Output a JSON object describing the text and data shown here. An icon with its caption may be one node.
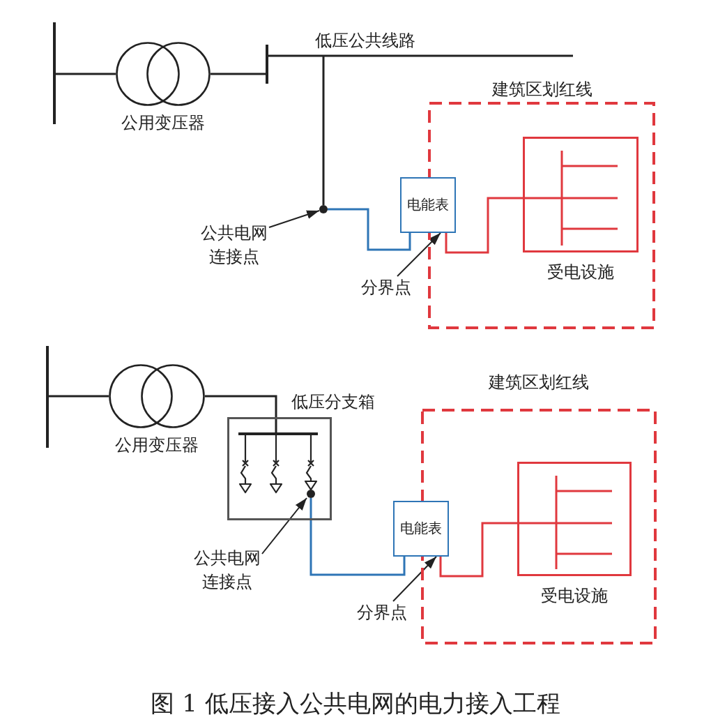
{
  "diagram": {
    "caption": "图 1 低压接入公共电网的电力接入工程",
    "nodes": [
      {
        "text": [],
        "shape": "bar"
      },
      {
        "text": [
          "公用变压器"
        ]
      },
      {
        "text": [
          "低压公共线路"
        ]
      },
      {
        "text": [
          "公共电网连接点"
        ]
      },
      {
        "text": [],
        "shape": "circle"
      },
      {
        "text": [
          "建筑区划红线"
        ]
      },
      {
        "text": [
          "电能表"
        ]
      },
      {
        "text": [
          "受电设施"
        ],
        "in": 5
      },
      {
        "text": [
          "分界点"
        ]
      },
      {
        "text": [],
        "shape": "bar"
      },
      {
        "text": [
          "公用变压器"
        ]
      },
      {
        "text": [
          "低压分支箱"
        ]
      },
      {
        "text": [],
        "shape": "bar",
        "in": 11
      },
      {
        "text": [],
        "shape": "circle",
        "in": 11
      },
      {
        "text": [
          "公共电网连接点"
        ]
      },
      {
        "text": [
          "建筑区划红线"
        ]
      },
      {
        "text": [
          "电能表"
        ]
      },
      {
        "text": [
          "受电设施"
        ],
        "in": 15
      },
      {
        "text": [
          "分界点"
        ]
      }
    ],
    "edges": [
      {
        "from": 0,
        "to": 1,
        "arrow": "none"
      },
      {
        "from": 1,
        "to": 2,
        "arrow": "none"
      },
      {
        "from": 2,
        "to": 4,
        "arrow": "none"
      },
      {
        "from": 4,
        "to": 6,
        "arrow": "none",
        "color": "#2e75b6"
      },
      {
        "from": 6,
        "to": 7,
        "arrow": "none",
        "color": "#e0383e"
      },
      {
        "from": 3,
        "to": 4,
        "arrow": "to"
      },
      {
        "from": 8,
        "to": 6,
        "arrow": "to"
      },
      {
        "from": 9,
        "to": 10,
        "arrow": "none"
      },
      {
        "from": 10,
        "to": 12,
        "arrow": "none"
      },
      {
        "from": 12,
        "to": null,
        "arrow": "to"
      },
      {
        "from": 12,
        "to": null,
        "arrow": "to"
      },
      {
        "from": 12,
        "to": 13,
        "arrow": "to"
      },
      {
        "from": 13,
        "to": 16,
        "arrow": "none",
        "color": "#2e75b6"
      },
      {
        "from": 16,
        "to": 17,
        "arrow": "none",
        "color": "#e0383e"
      },
      {
        "from": 14,
        "to": 13,
        "arrow": "to"
      },
      {
        "from": 18,
        "to": 16,
        "arrow": "to"
      }
    ]
  }
}
